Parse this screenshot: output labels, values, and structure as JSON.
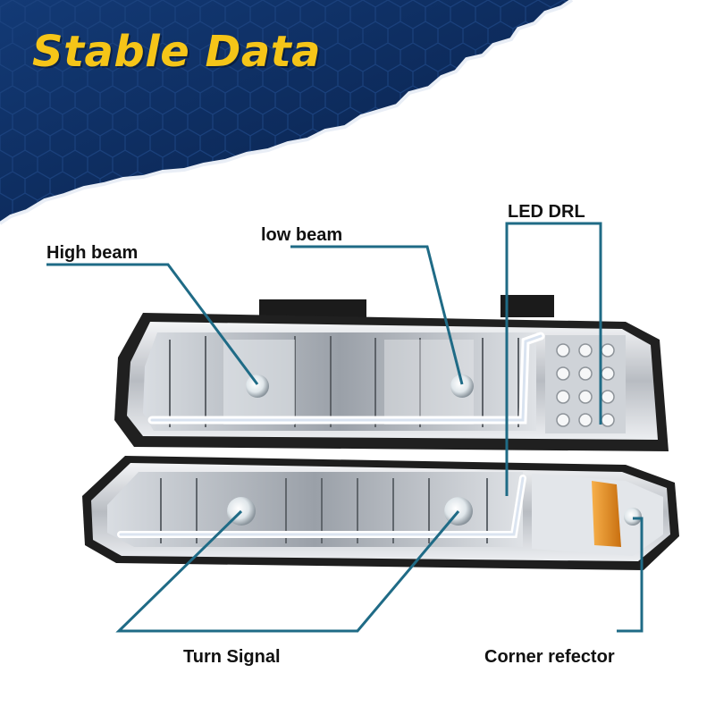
{
  "banner": {
    "title": "Stable Data",
    "title_color": "#f5c518",
    "background_color": "#0f2f63"
  },
  "callouts": {
    "high_beam": "High beam",
    "low_beam": "low beam",
    "led_drl": "LED DRL",
    "turn_signal": "Turn Signal",
    "corner_reflector": "Corner refector"
  },
  "colors": {
    "leader_line": "#1f6b86",
    "chrome": "#c9ccd0",
    "drl_glow": "#ffffff",
    "amber": "#e8901a"
  }
}
